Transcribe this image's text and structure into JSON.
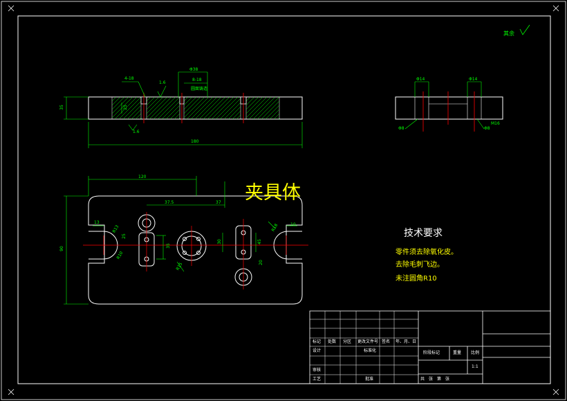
{
  "title": "夹具体",
  "roughness_note": "其余",
  "tech_requirements": {
    "heading": "技术要求",
    "lines": [
      "零件须去除氧化皮。",
      "去除毛刺飞边。",
      "未注圆角R10"
    ]
  },
  "dimensions": {
    "front_height": "35",
    "front_length": "180",
    "front_hole": "4-18",
    "front_counter": "Φ38",
    "front_counter_depth": "8-18",
    "front_depth": "25",
    "front_roughness_top": "1.6",
    "front_roughness_bottom": "1.6",
    "front_note": "圆面铸造",
    "plan_width": "120",
    "plan_height": "90",
    "plan_dim_a": "37.5",
    "plan_dim_b": "37",
    "plan_r1": "R10",
    "plan_r2": "R13",
    "plan_r3": "R18",
    "plan_r4": "R15",
    "plan_w1": "13",
    "plan_w2": "10",
    "plan_d1": "25",
    "plan_d2": "35",
    "plan_d3": "30",
    "plan_d4": "45",
    "plan_d5": "20",
    "side_a": "Φ14",
    "side_b": "Φ14",
    "side_c": "Φ8",
    "side_d": "Φ8",
    "side_e": "M16"
  },
  "title_block": {
    "row_labels": [
      "标记",
      "处数",
      "分区",
      "更改文件号",
      "签名",
      "年、月、日"
    ],
    "design": "设计",
    "standard": "标准化",
    "stage": "阶段标记",
    "weight": "重量",
    "scale_label": "比例",
    "scale": "1:1",
    "review": "审核",
    "process": "工艺",
    "approve": "批准",
    "sheets": "共　张　第　张"
  }
}
